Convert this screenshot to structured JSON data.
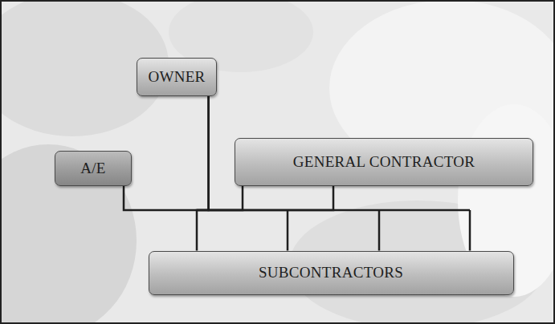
{
  "diagram": {
    "nodes": [
      {
        "text": [
          "OWNER"
        ]
      },
      {
        "text": [
          "A/E"
        ]
      },
      {
        "text": [
          "GENERAL CONTRACTOR"
        ]
      },
      {
        "text": [
          "SUBCONTRACTORS"
        ]
      }
    ],
    "edges": [
      {
        "from": 0,
        "to": 1,
        "arrow": "none"
      },
      {
        "from": 0,
        "to": 2,
        "arrow": "none"
      },
      {
        "from": 2,
        "to": 3,
        "arrow": "none"
      }
    ]
  }
}
